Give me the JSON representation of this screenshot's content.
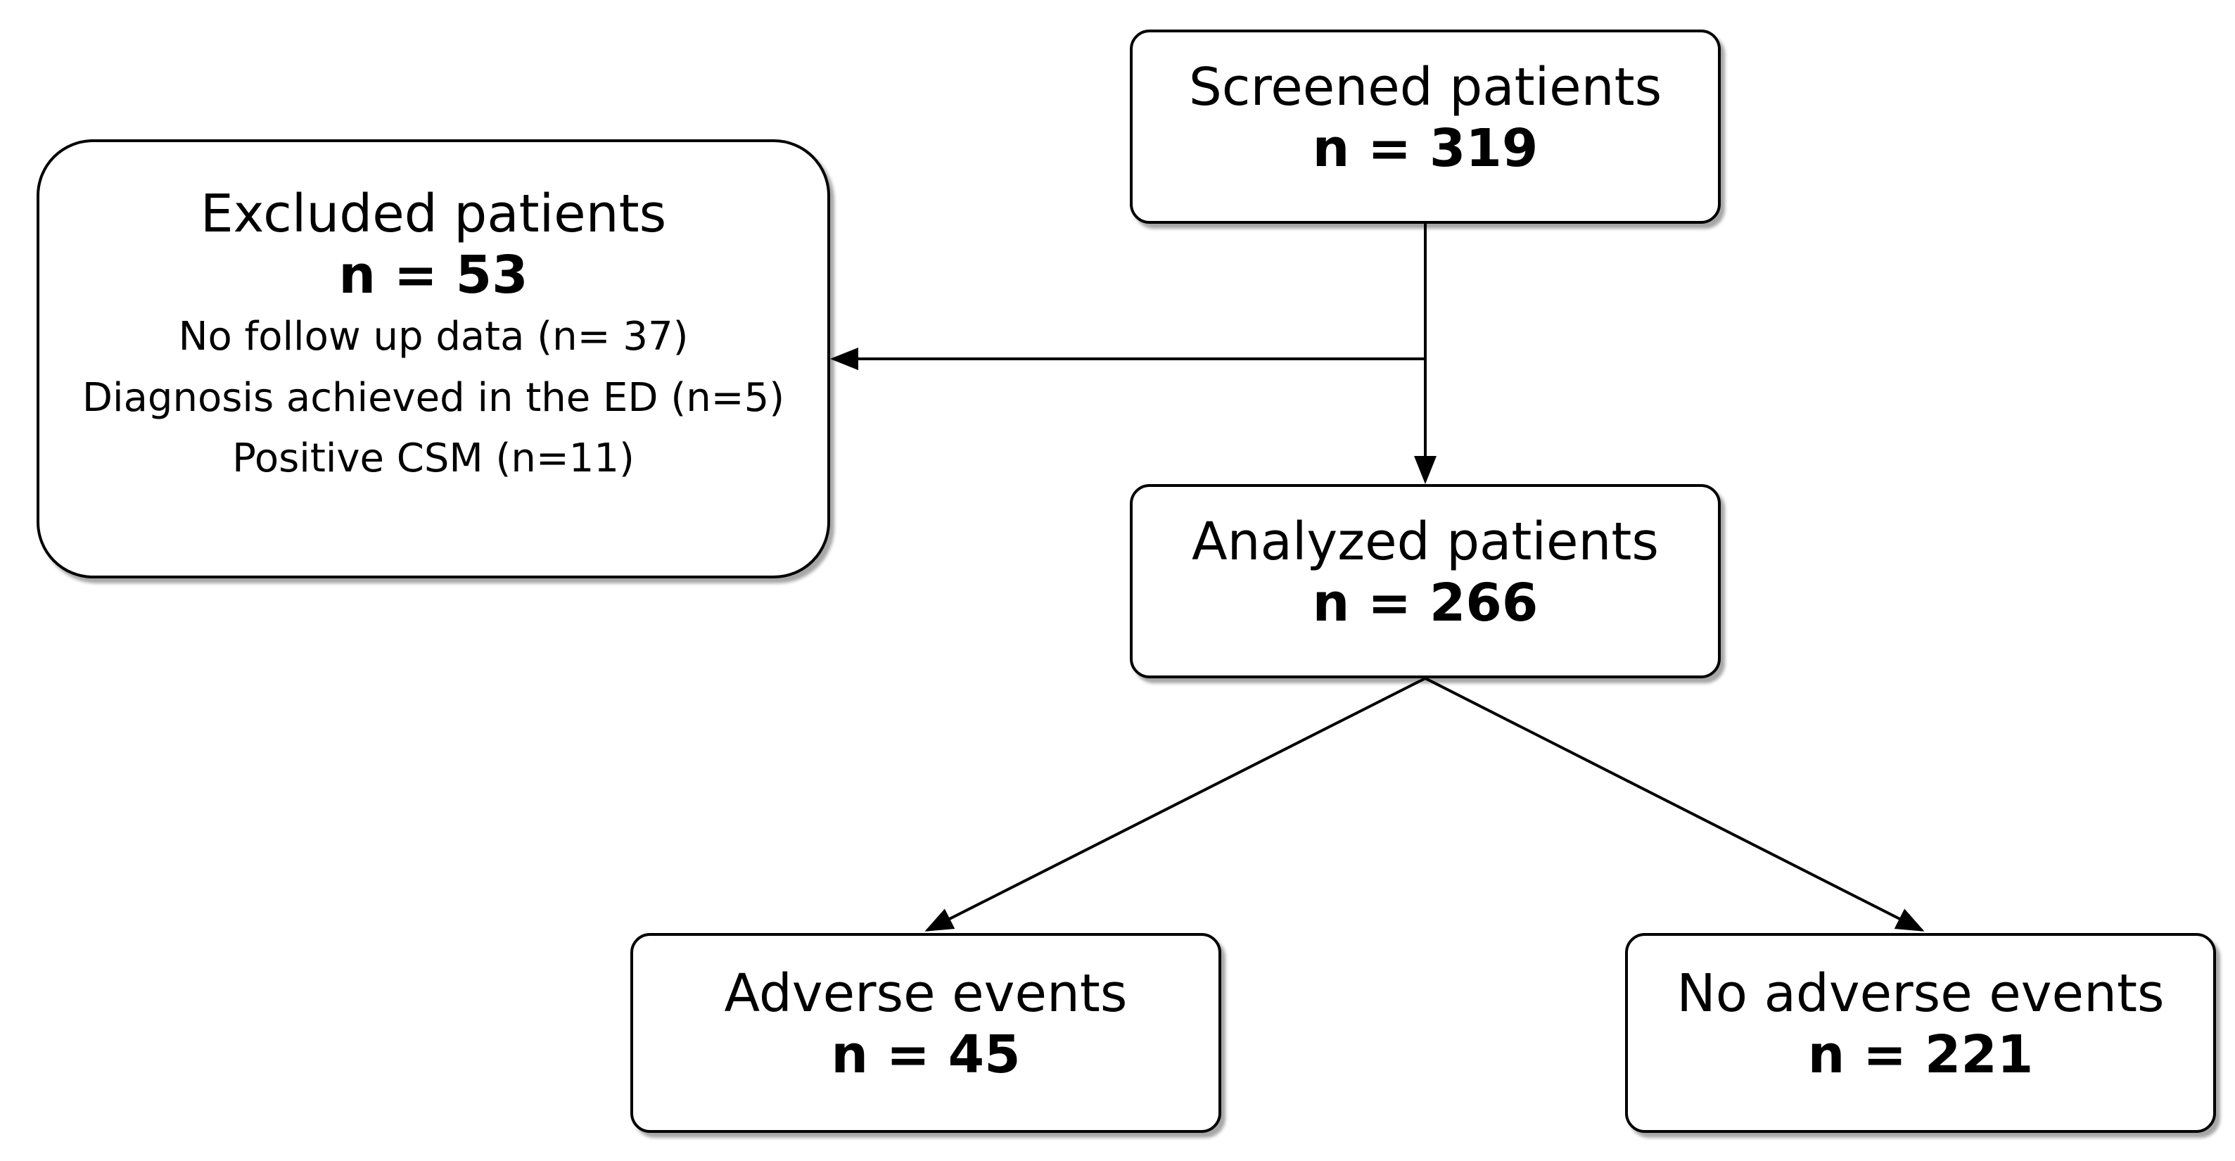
{
  "screened": {
    "title": "Screened patients",
    "count": "n = 319"
  },
  "excluded": {
    "title": "Excluded patients",
    "count": "n = 53",
    "reasons": [
      "No follow up data (n= 37)",
      "Diagnosis achieved in the ED (n=5)",
      "Positive CSM (n=11)"
    ]
  },
  "analyzed": {
    "title": "Analyzed patients",
    "count": "n = 266"
  },
  "adverse": {
    "title": "Adverse events",
    "count": "n = 45"
  },
  "no_adverse": {
    "title": "No adverse events",
    "count": "n = 221"
  }
}
